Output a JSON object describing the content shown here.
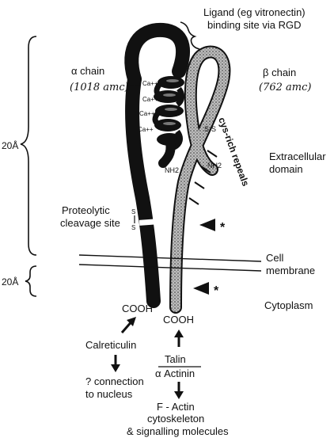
{
  "labels": {
    "ligand_line1": "Ligand (eg vitronectin)",
    "ligand_line2": "binding site via RGD",
    "alpha_chain": "α chain",
    "alpha_aa": "(1018 amc)",
    "beta_chain": "β chain",
    "beta_aa": "(762 amc)",
    "ca": "Ca++",
    "ss": "S-S",
    "nh2": "NH2",
    "cys_rich": "cys-rich repeals",
    "dim_top": "20Å",
    "dim_bottom": "20Å",
    "extracellular_line1": "Extracellular",
    "extracellular_line2": "domain",
    "proteolytic_line1": "Proteolytic",
    "proteolytic_line2": "cleavage site",
    "s": "S",
    "asterisk": "*",
    "cell_line1": "Cell",
    "cell_line2": "membrane",
    "cytoplasm": "Cytoplasm",
    "cooh_alpha": "COOH",
    "cooh_beta": "COOH",
    "calreticulin": "Calreticulin",
    "nucleus_line1": "? connection",
    "nucleus_line2": "to nucleus",
    "talin": "Talin",
    "actinin": "α Actinin",
    "factin_line1": "F - Actin",
    "factin_line2": "cytoskeleton",
    "factin_line3": "& signalling molecules"
  }
}
